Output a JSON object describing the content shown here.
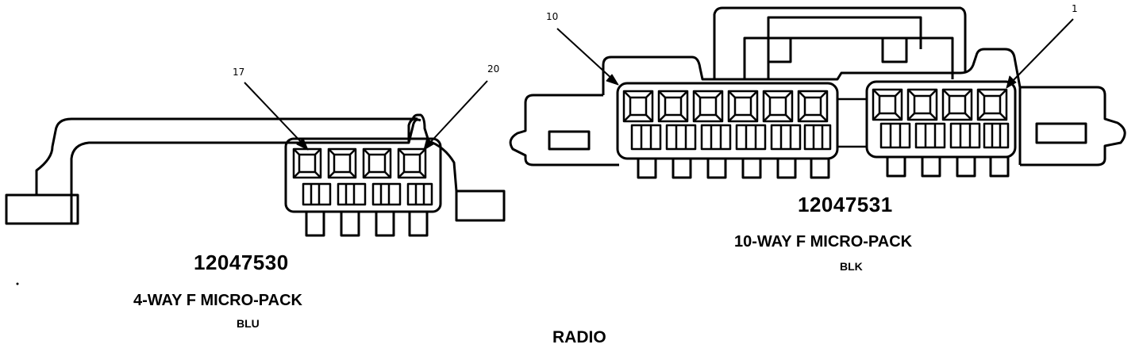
{
  "title": "RADIO",
  "connectors": [
    {
      "part_number": "12047530",
      "type": "4-WAY F MICRO-PACK",
      "color": "BLU",
      "callouts": [
        "17",
        "20"
      ]
    },
    {
      "part_number": "12047531",
      "type": "10-WAY F MICRO-PACK",
      "color": "BLK",
      "callouts": [
        "10",
        "1"
      ]
    }
  ]
}
